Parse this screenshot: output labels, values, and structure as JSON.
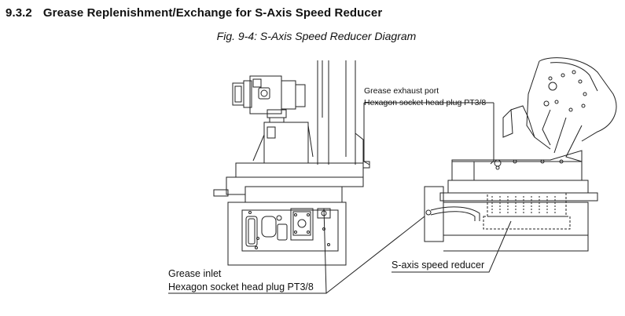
{
  "section": {
    "number": "9.3.2",
    "title": "Grease Replenishment/Exchange for S-Axis Speed Reducer"
  },
  "figure": {
    "caption": "Fig. 9-4: S-Axis Speed Reducer Diagram"
  },
  "callouts": {
    "exhaust": {
      "line1": "Grease exhaust port",
      "line2": "Hexagon socket head plug PT3/8"
    },
    "inlet": {
      "line1": "Grease inlet",
      "line2": "Hexagon socket head plug PT3/8"
    },
    "reducer": {
      "line1": "S-axis speed reducer"
    }
  }
}
